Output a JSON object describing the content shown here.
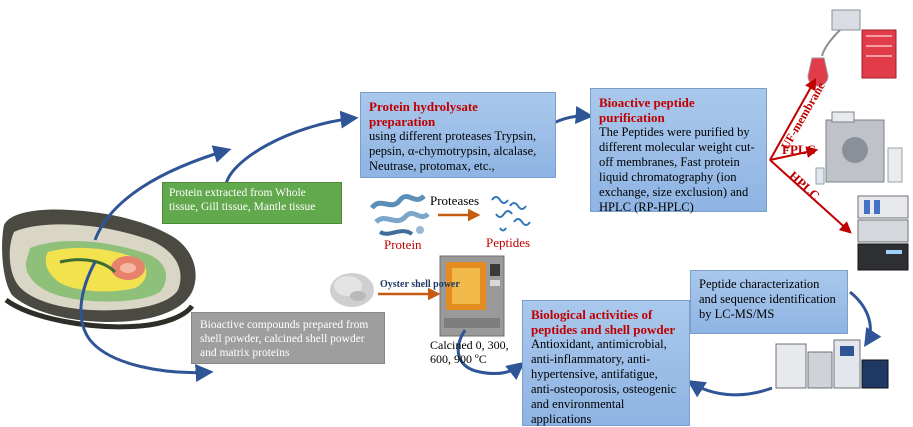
{
  "boxes": {
    "protein_extracted": "Protein extracted from Whole tissue, Gill tissue, Mantle tissue",
    "bioactive_compounds": "Bioactive compounds prepared from shell powder, calcined shell powder and matrix proteins",
    "hydrolysate_title": "Protein hydrolysate preparation",
    "hydrolysate_body": "using different proteases Trypsin, pepsin, α-chymotrypsin, alcalase, Neutrase, protomax, etc.,",
    "purification_title": "Bioactive peptide purification",
    "purification_body": "The Peptides were purified by different molecular weight cut-off membranes, Fast protein liquid chromatography (ion exchange, size exclusion) and HPLC (RP-HPLC)",
    "bioactivity_title": "Biological activities of peptides and shell powder",
    "bioactivity_body": "Antioxidant, antimicrobial, anti-inflammatory, anti-hypertensive, antifatigue, anti-osteoporosis, osteogenic and environmental applications",
    "characterization": "Peptide characterization and sequence identification by LC-MS/MS"
  },
  "labels": {
    "proteases": "Proteases",
    "protein": "Protein",
    "peptides": "Peptides",
    "oyster_shell_powder": "Oyster shell power",
    "calcined": "Calcined 0, 300, 600, 900 ºC",
    "uf_membrane": "UF-membrane",
    "fplc": "FPLC",
    "hplc": "HPLC"
  },
  "colors": {
    "box_blue": "#9bbde8",
    "box_green": "#62a84c",
    "box_grey": "#9e9e9e",
    "title_red": "#c00000",
    "arrow_blue": "#2f5597",
    "arrow_orange": "#c55a11"
  }
}
